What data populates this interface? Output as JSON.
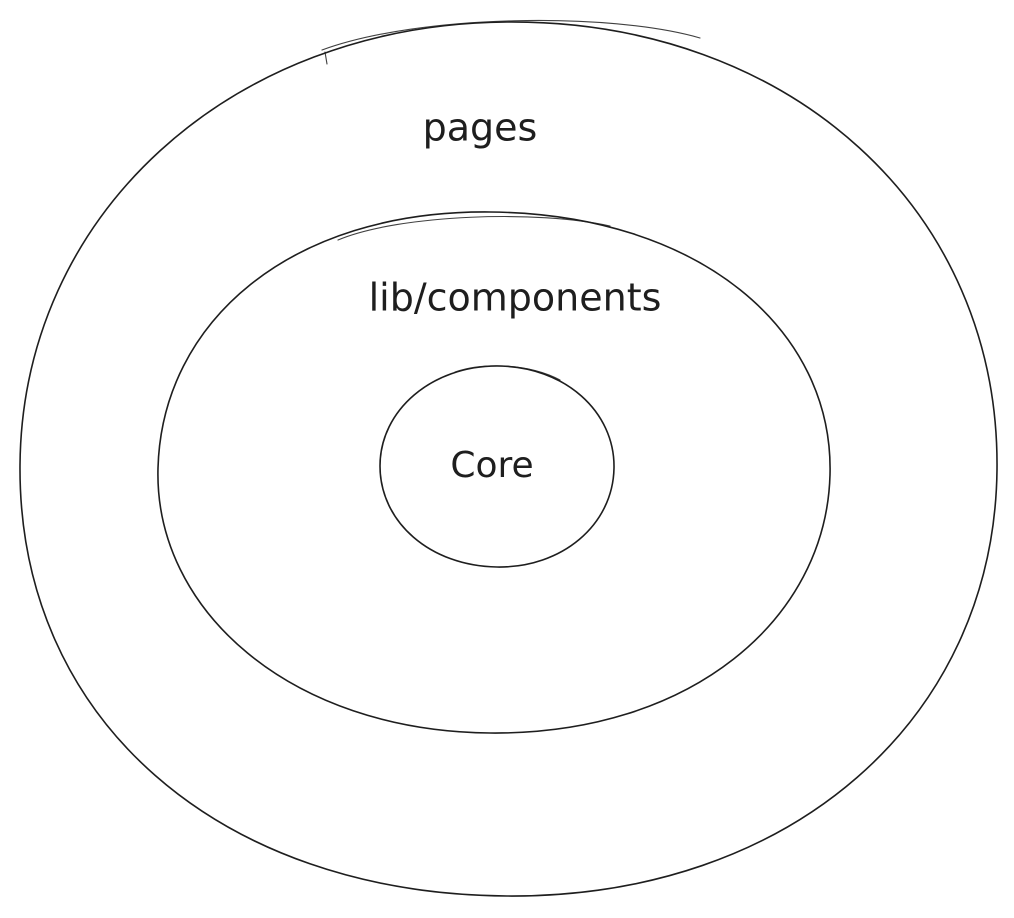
{
  "diagram": {
    "layers": [
      {
        "label": "pages"
      },
      {
        "label": "lib/components"
      },
      {
        "label": "Core"
      }
    ]
  }
}
